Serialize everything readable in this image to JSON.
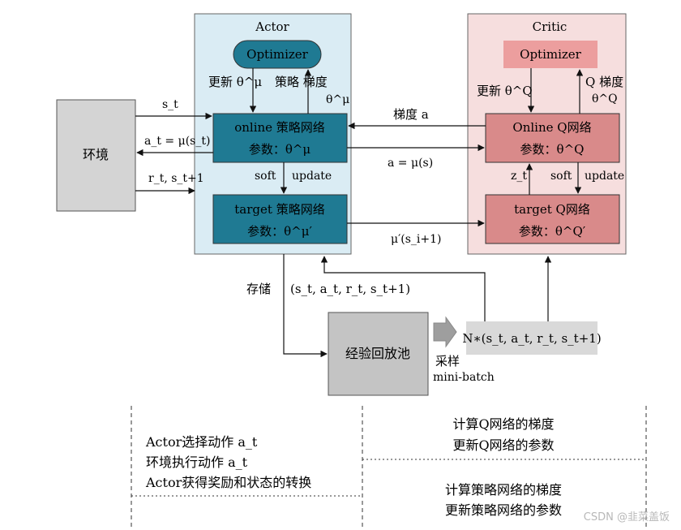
{
  "actor": {
    "title": "Actor",
    "optimizer": "Optimizer",
    "update_label": "更新 θ^μ",
    "policy_grad_label": "策略 梯度",
    "policy_grad_sym": "θ^μ",
    "online_line1": "online 策略网络",
    "online_line2": "参数：θ^μ",
    "soft": "soft",
    "update": "update",
    "target_line1": "target 策略网络",
    "target_line2": "参数：θ^μ′"
  },
  "critic": {
    "title": "Critic",
    "optimizer": "Optimizer",
    "update_label": "更新 θ^Q",
    "q_grad_label": "Q 梯度",
    "q_grad_sym": "θ^Q",
    "online_line1": "Online Q网络",
    "online_line2": "参数：θ^Q",
    "zt": "z_t",
    "soft": "soft",
    "update": "update",
    "target_line1": "target Q网络",
    "target_line2": "参数：θ^Q′"
  },
  "environment": {
    "label": "环境"
  },
  "signals": {
    "st": "s_t",
    "at": "a_t = μ(s_t)",
    "rt": "r_t, s_t+1",
    "grad_a": "梯度 a",
    "a_mu": "a = μ(s)",
    "mu_prime": "μ′(s_i+1)",
    "store": "存储",
    "tuple": "(s_t, a_t, r_t, s_t+1)",
    "batch": "N∗(s_t, a_t, r_t, s_t+1)",
    "sample": "采样",
    "minibatch": "mini-batch"
  },
  "replay": {
    "label": "经验回放池"
  },
  "bottom_left": {
    "line1": "Actor选择动作 a_t",
    "line2": "环境执行动作 a_t",
    "line3": "Actor获得奖励和状态的转换"
  },
  "bottom_right": {
    "line1": "计算Q网络的梯度",
    "line2": "更新Q网络的参数",
    "line3": "计算策略网络的梯度",
    "line4": "更新策略网络的参数"
  },
  "watermark": "CSDN @韭菜盖饭",
  "colors": {
    "actor_bg": "#daecf4",
    "actor_net": "#1f7a93",
    "critic_bg": "#f6dede",
    "critic_net": "#d98a8a",
    "critic_optimizer": "#ec9e9e",
    "env_box": "#d4d4d4",
    "replay_box": "#c4c4c4",
    "batch_box": "#d9d9d9"
  }
}
